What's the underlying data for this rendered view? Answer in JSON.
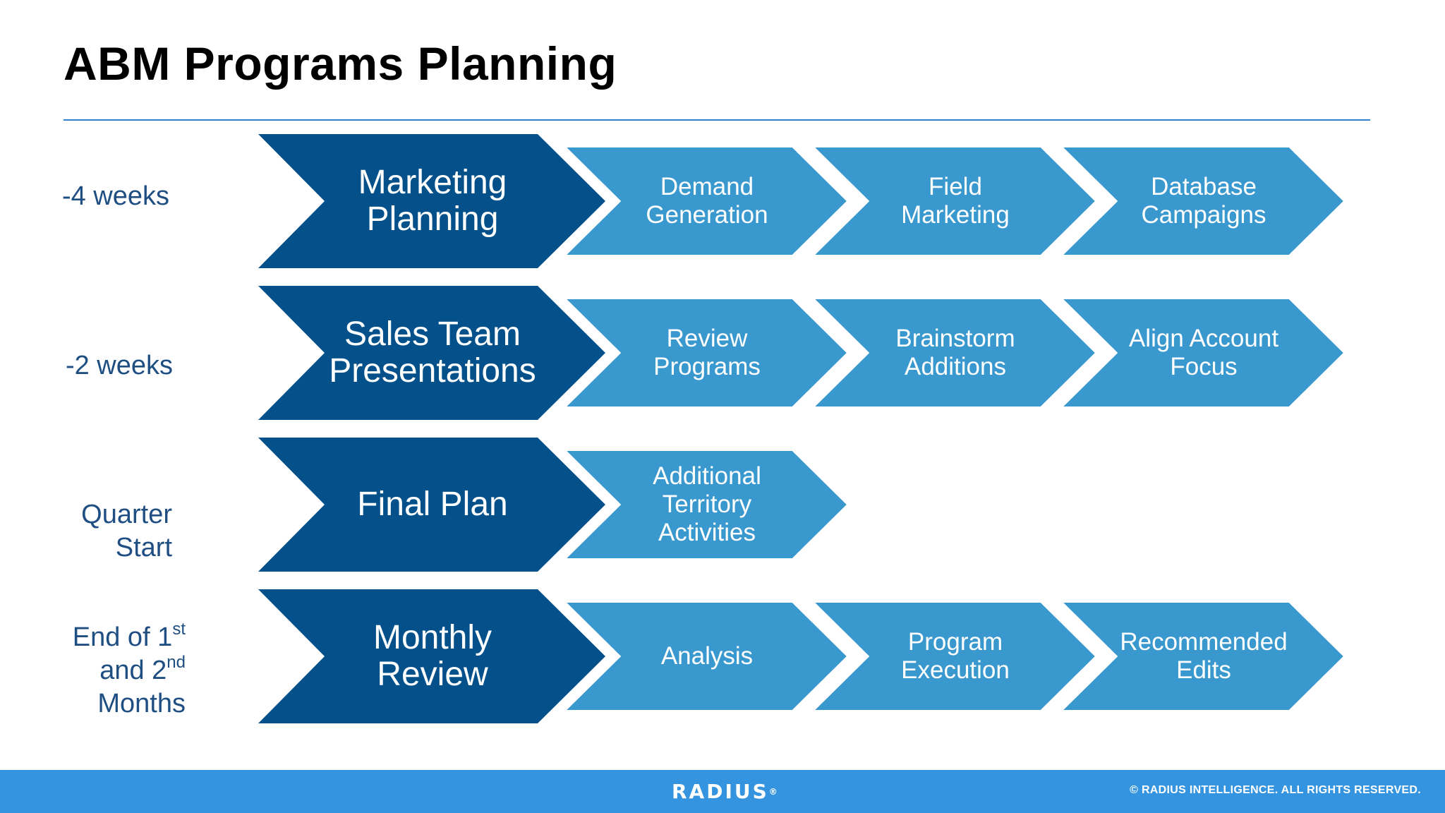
{
  "title": "ABM Programs Planning",
  "colors": {
    "dark_chevron": "#03508a",
    "light_chevron": "#3998cd",
    "footer": "#3494df",
    "rule": "#2f7fd0",
    "label_text": "#1f4f82"
  },
  "rows": [
    {
      "label_lines": [
        "-4 weeks"
      ],
      "main": [
        "Marketing",
        "Planning"
      ],
      "steps": [
        [
          "Demand",
          "Generation"
        ],
        [
          "Field",
          "Marketing"
        ],
        [
          "Database",
          "Campaigns"
        ]
      ]
    },
    {
      "label_lines": [
        "-2 weeks"
      ],
      "main": [
        "Sales Team",
        "Presentations"
      ],
      "steps": [
        [
          "Review",
          "Programs"
        ],
        [
          "Brainstorm",
          "Additions"
        ],
        [
          "Align Account",
          "Focus"
        ]
      ]
    },
    {
      "label_lines": [
        "Quarter",
        "Start"
      ],
      "main": [
        "Final Plan"
      ],
      "steps": [
        [
          "Additional",
          "Territory",
          "Activities"
        ]
      ]
    },
    {
      "label_lines": [
        "End of 1",
        "and 2",
        "Months"
      ],
      "label_superscripts": [
        "st",
        "nd"
      ],
      "main": [
        "Monthly",
        "Review"
      ],
      "steps": [
        [
          "Analysis"
        ],
        [
          "Program",
          "Execution"
        ],
        [
          "Recommended",
          "Edits"
        ]
      ]
    }
  ],
  "footer": {
    "logo": "RADIUS",
    "logo_mark": "®",
    "copyright": "© RADIUS INTELLIGENCE. ALL RIGHTS RESERVED."
  }
}
